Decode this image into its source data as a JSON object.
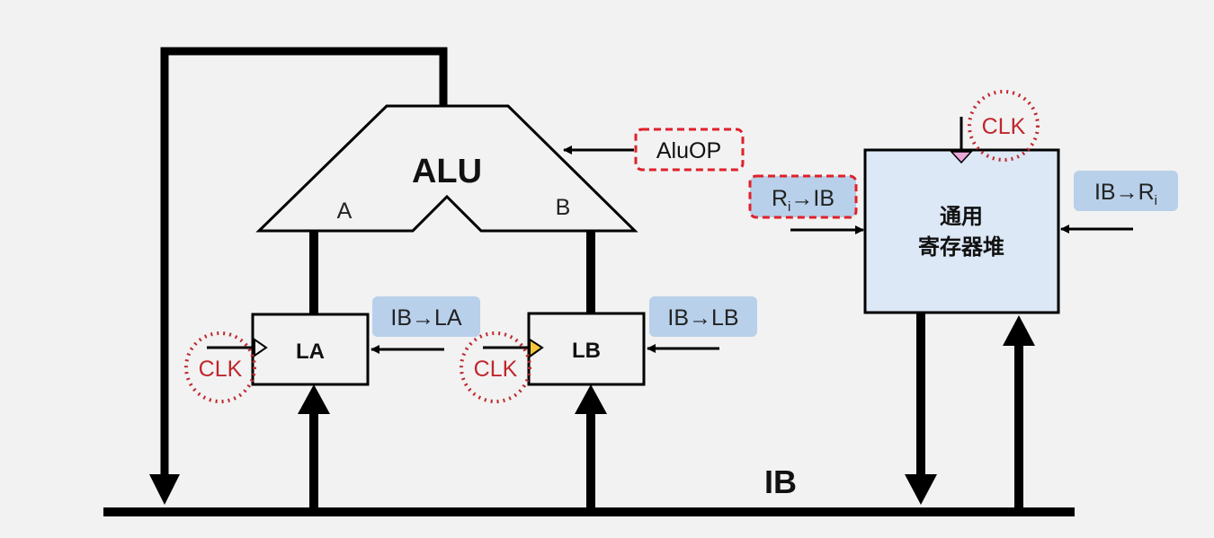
{
  "alu": {
    "title": "ALU",
    "port_a": "A",
    "port_b": "B"
  },
  "signals": {
    "aluop": "AluOP",
    "ib_to_la": "IB→LA",
    "ib_to_lb": "IB→LB",
    "ri_to_ib": {
      "prefix": "R",
      "sub": "i",
      "suffix": "→IB"
    },
    "ib_to_ri": {
      "prefix": "IB→R",
      "sub": "i"
    }
  },
  "registers": {
    "la": "LA",
    "lb": "LB"
  },
  "register_file": {
    "line1": "通用",
    "line2": "寄存器堆"
  },
  "clock": {
    "label": "CLK"
  },
  "bus": {
    "label": "IB"
  },
  "colors": {
    "background": "#f2f2f2",
    "signal_fill": "#b8d0ea",
    "register_file_fill": "#dce8f5",
    "clk_red": "#c0272d",
    "dashed_red": "#e0202a",
    "clk_marker_la": "#f2f2f2",
    "clk_marker_lb": "#f5c53c",
    "clk_marker_regfile": "#e8a8d8"
  }
}
